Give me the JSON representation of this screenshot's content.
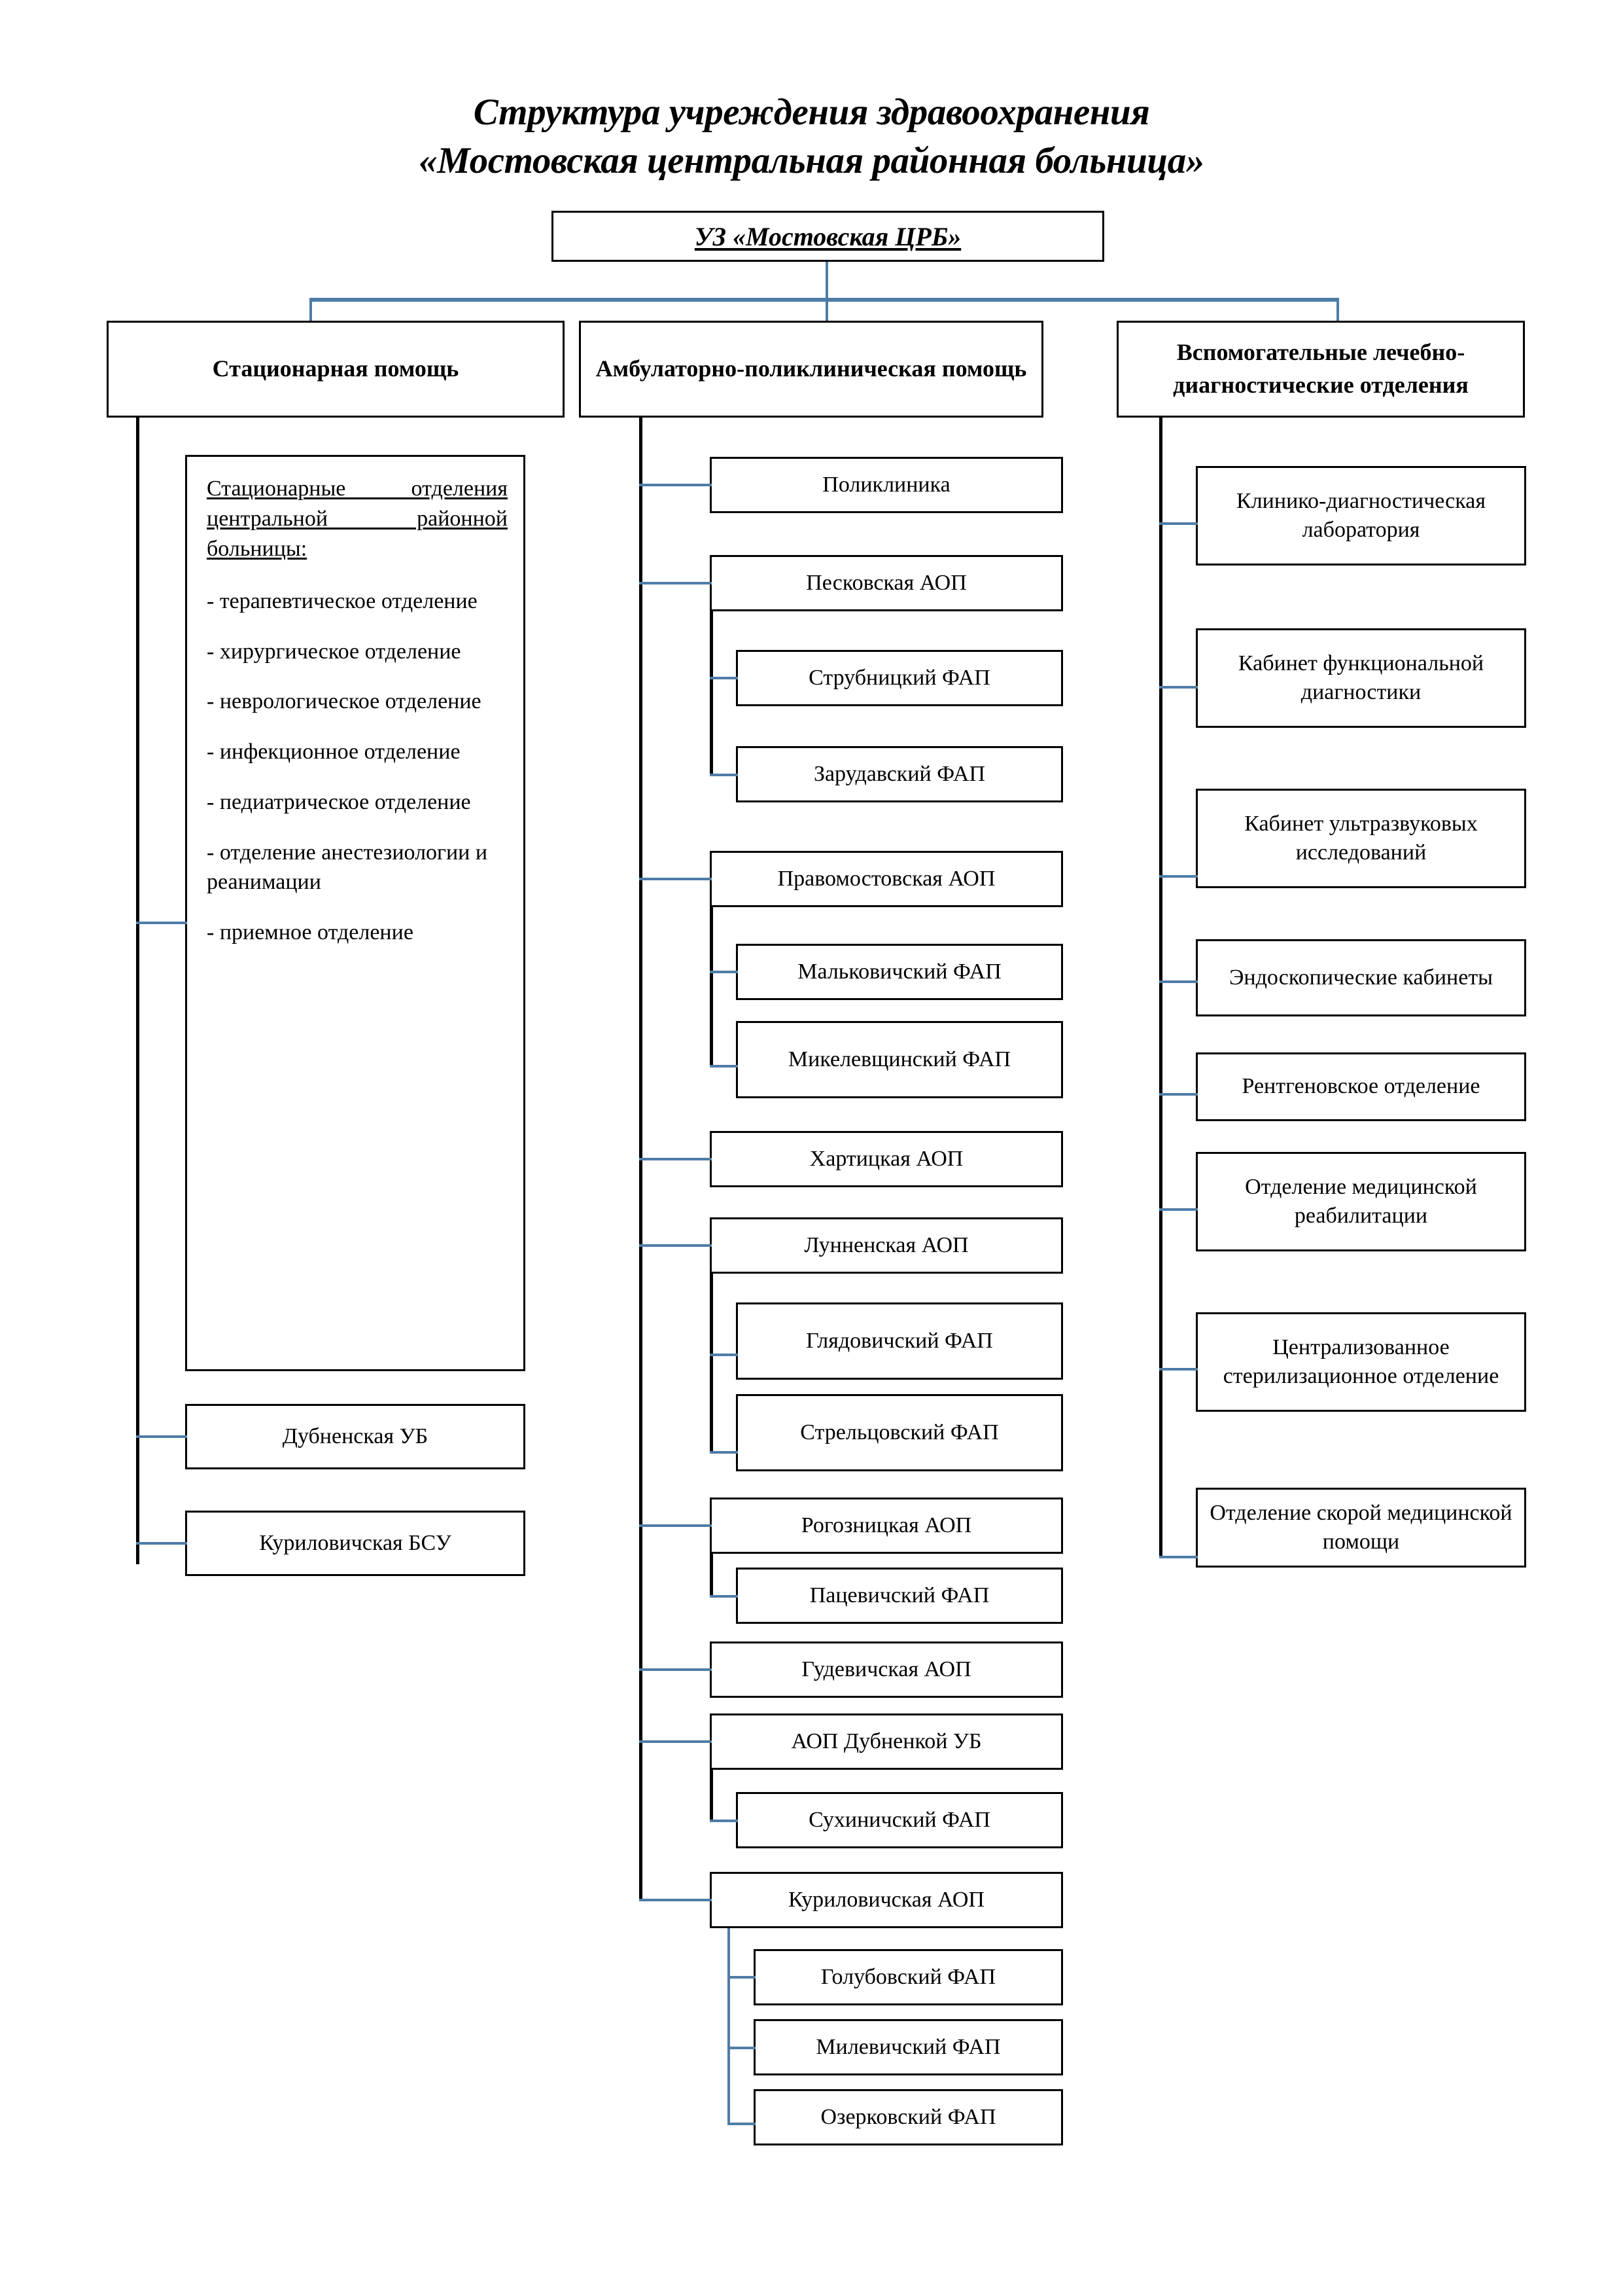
{
  "title": {
    "line1": "Структура учреждения здравоохранения",
    "line2": "«Мостовская центральная районная больница»"
  },
  "root": {
    "label": "УЗ «Мостовская ЦРБ»"
  },
  "colors": {
    "connector": "#4f7ca6",
    "box_border": "#000000",
    "background": "#ffffff"
  },
  "branches": [
    {
      "id": "inpatient",
      "label": "Стационарная помощь",
      "panel": {
        "heading": "Стационарные отделения центральной  районной больницы",
        "heading_colon": ":",
        "items": [
          "- терапевтическое отделение",
          "- хирургическое отделение",
          "- неврологическое отделение",
          "- инфекционное отделение",
          "- педиатрическое отделение",
          "- отделение анестезиологии и реанимации",
          "- приемное отделение"
        ]
      },
      "children": [
        {
          "label": "Дубненская УБ"
        },
        {
          "label": "Куриловичская БСУ"
        }
      ]
    },
    {
      "id": "outpatient",
      "label": "Амбулаторно-поликлиническая помощь",
      "children": [
        {
          "label": "Поликлиника",
          "children": []
        },
        {
          "label": "Песковская АОП",
          "children": [
            {
              "label": "Струбницкий ФАП"
            },
            {
              "label": "Зарудавский ФАП"
            }
          ]
        },
        {
          "label": "Правомостовская АОП",
          "children": [
            {
              "label": "Мальковичский ФАП"
            },
            {
              "label": "Микелевщинский ФАП"
            }
          ]
        },
        {
          "label": "Хартицкая АОП",
          "children": []
        },
        {
          "label": "Лунненская АОП",
          "children": [
            {
              "label": "Глядовичский ФАП"
            },
            {
              "label": "Стрельцовский ФАП"
            }
          ]
        },
        {
          "label": "Рогозницкая АОП",
          "children": [
            {
              "label": "Пацевичский ФАП"
            }
          ]
        },
        {
          "label": "Гудевичская АОП",
          "children": []
        },
        {
          "label": "АОП Дубненкой УБ",
          "children": [
            {
              "label": "Сухиничский ФАП"
            }
          ]
        },
        {
          "label": "Куриловичская АОП",
          "children": [
            {
              "label": "Голубовский ФАП"
            },
            {
              "label": "Милевичский ФАП"
            },
            {
              "label": "Озерковский ФАП"
            }
          ]
        }
      ]
    },
    {
      "id": "diagnostic",
      "label": "Вспомогательные лечебно-диагностические отделения",
      "children": [
        {
          "label": "Клинико-диагностическая лаборатория"
        },
        {
          "label": "Кабинет функциональной диагностики"
        },
        {
          "label": "Кабинет ультразвуковых исследований"
        },
        {
          "label": "Эндоскопические кабинеты"
        },
        {
          "label": "Рентгеновское отделение"
        },
        {
          "label": "Отделение медицинской реабилитации"
        },
        {
          "label": "Централизованное стерилизационное отделение"
        },
        {
          "label": "Отделение скорой медицинской помощи"
        }
      ]
    }
  ]
}
